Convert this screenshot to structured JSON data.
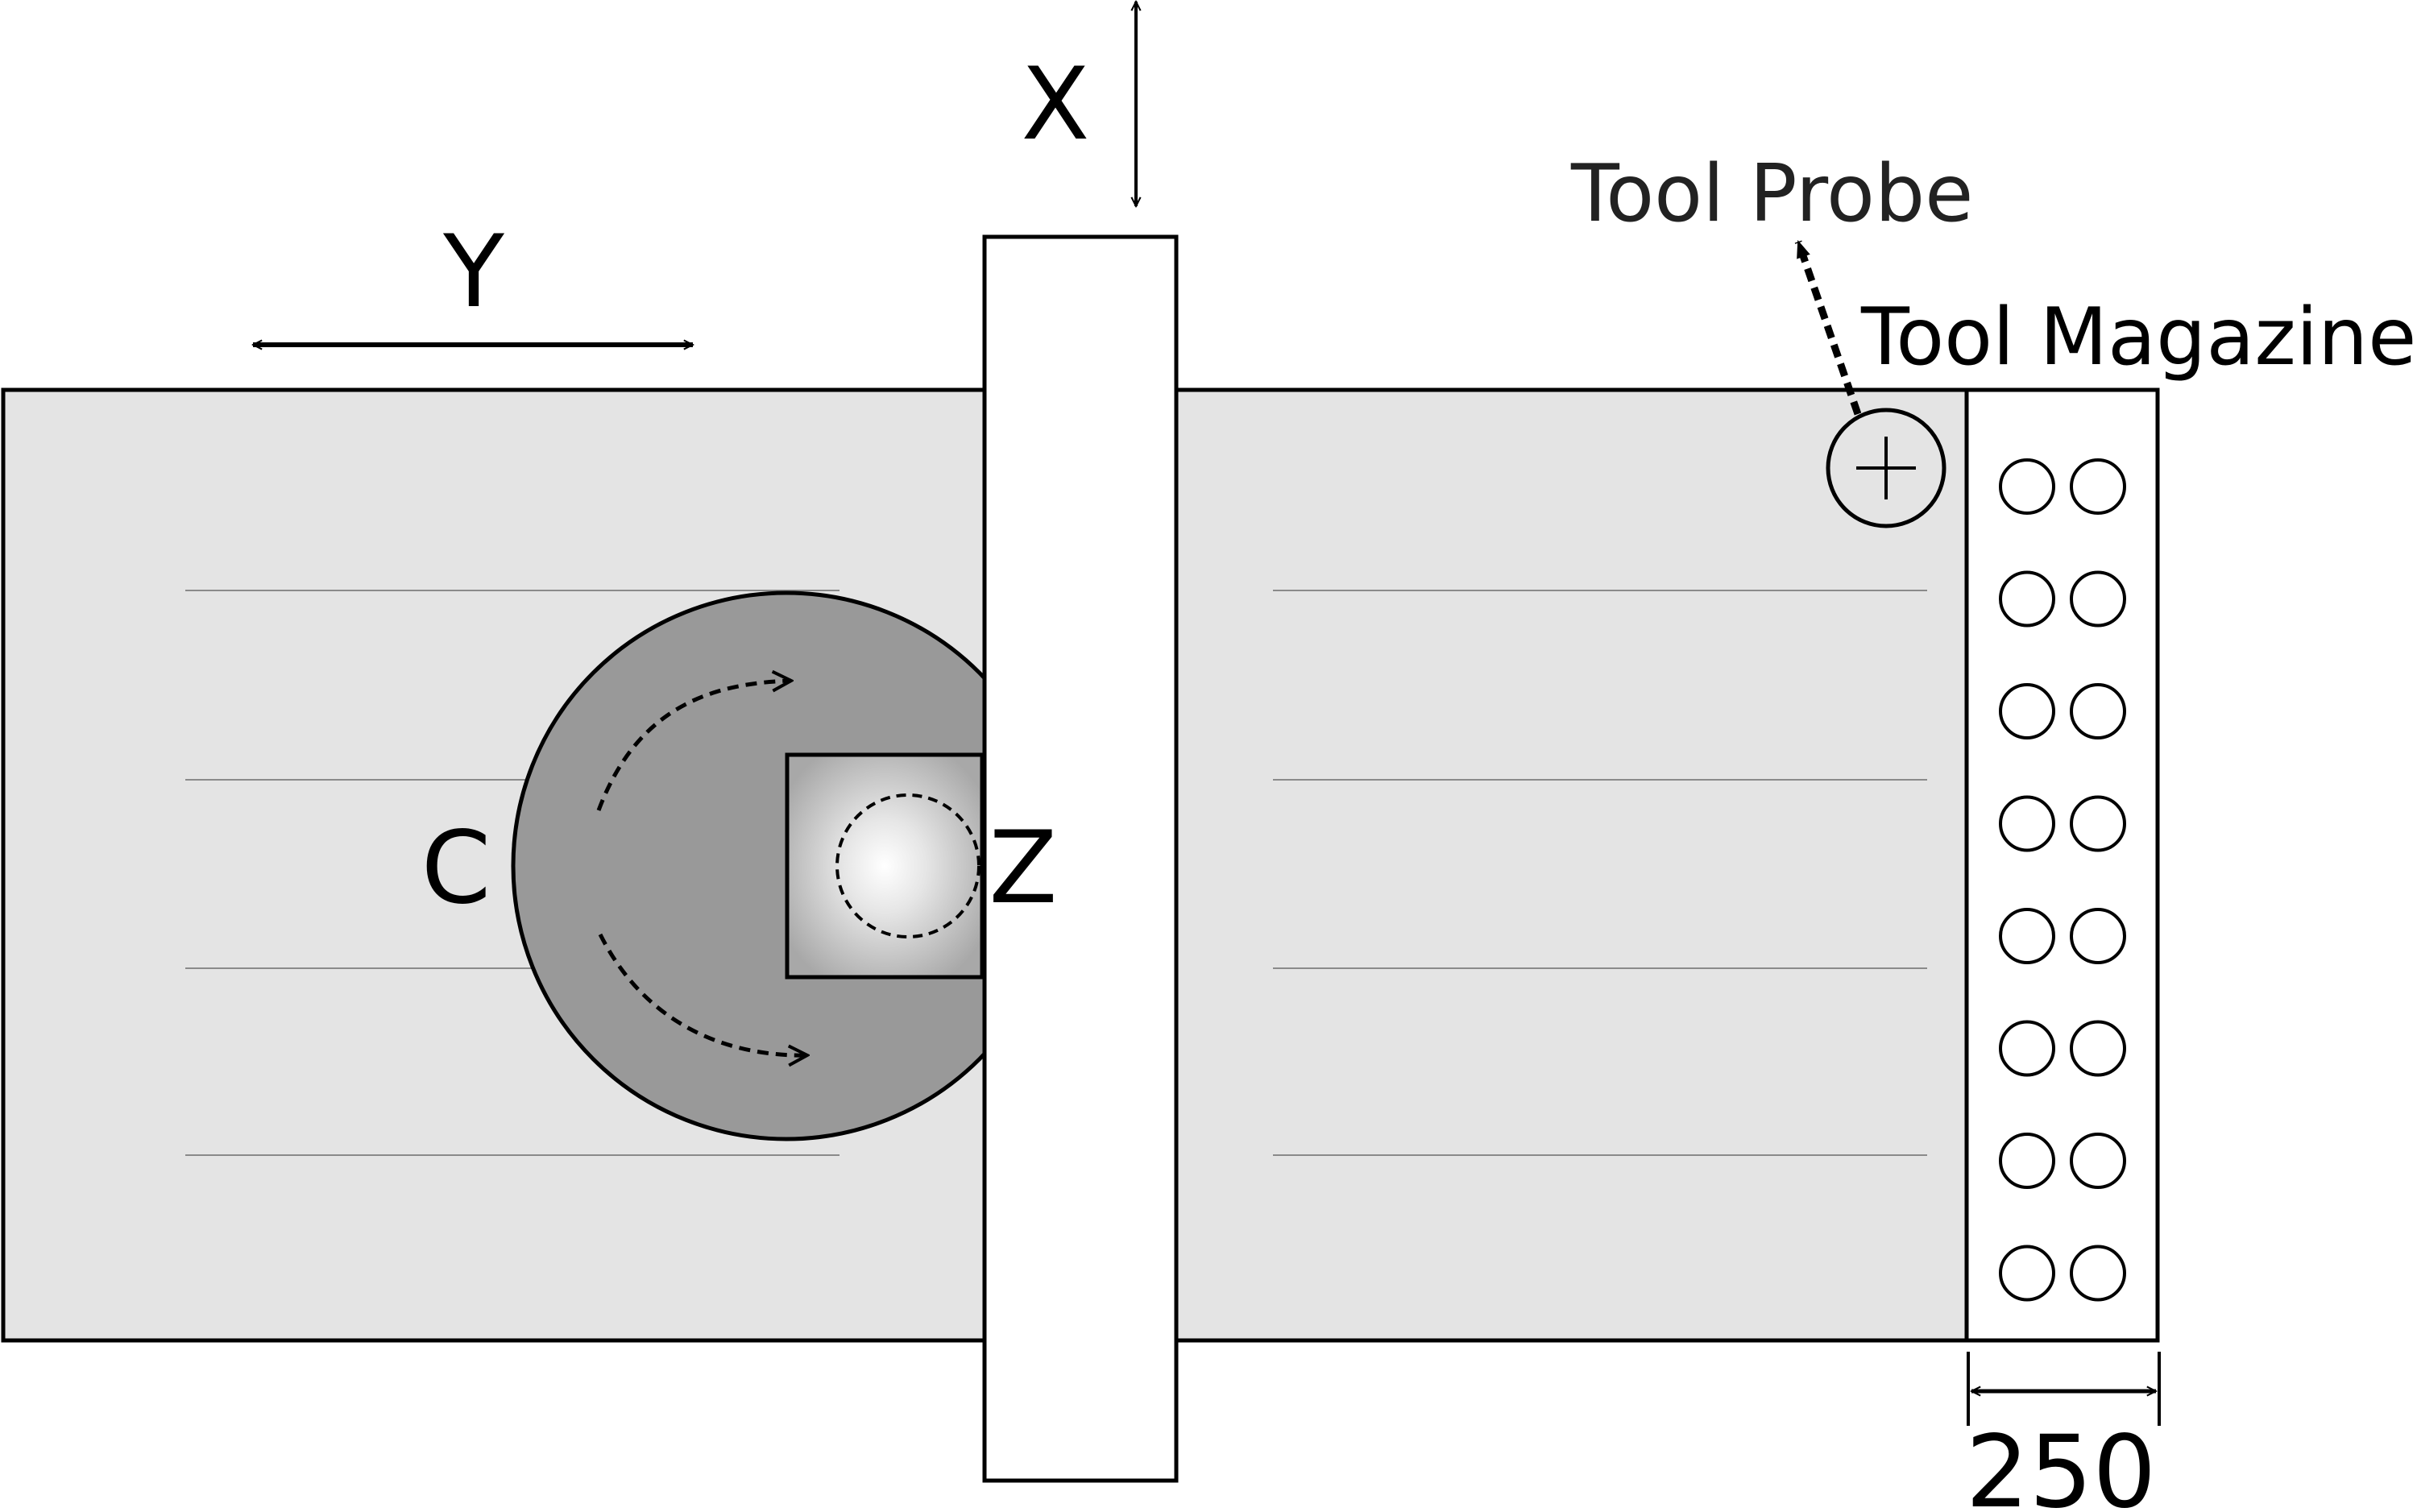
{
  "labels": {
    "x_axis": "X",
    "y_axis": "Y",
    "c_axis": "C",
    "z_axis": "Z",
    "tool_probe": "Tool Probe",
    "tool_magazine": "Tool Magazine",
    "magazine_width": "250"
  },
  "colors": {
    "table_fill": "#e4e4e4",
    "rotary_fill": "#999999",
    "line": "#000000",
    "rail": "#8a8a8a"
  },
  "magazine": {
    "rows": 8,
    "columns": 2
  }
}
